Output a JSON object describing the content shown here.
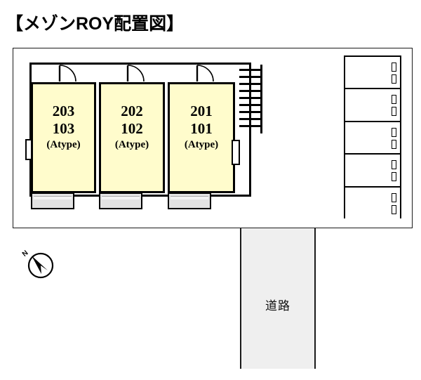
{
  "title": "【メゾンROY配置図】",
  "diagram": {
    "type": "site-layout-plan",
    "building": {
      "name": "building-block",
      "units": [
        {
          "id": "unit-203",
          "upper": "203",
          "lower": "103",
          "type": "(Atype)"
        },
        {
          "id": "unit-202",
          "upper": "202",
          "lower": "102",
          "type": "(Atype)"
        },
        {
          "id": "unit-201",
          "upper": "201",
          "lower": "101",
          "type": "(Atype)"
        }
      ],
      "features": {
        "doors": 3,
        "balconies": 3,
        "stairs_label": "stairs",
        "stair_steps": 9,
        "meter_box": "meter-box",
        "side_window": "side-window"
      }
    },
    "parking": {
      "name": "parking-block",
      "bay_count": 5,
      "marks_per_bay": 2
    },
    "road": {
      "label": "道路"
    },
    "compass": {
      "north_label": "N"
    }
  },
  "colors": {
    "unit_fill": "#FFFCCC",
    "road_fill": "#EFEFEF",
    "balcony_fill": "#E3E3E3",
    "line": "#000000",
    "background": "#FFFFFF"
  }
}
